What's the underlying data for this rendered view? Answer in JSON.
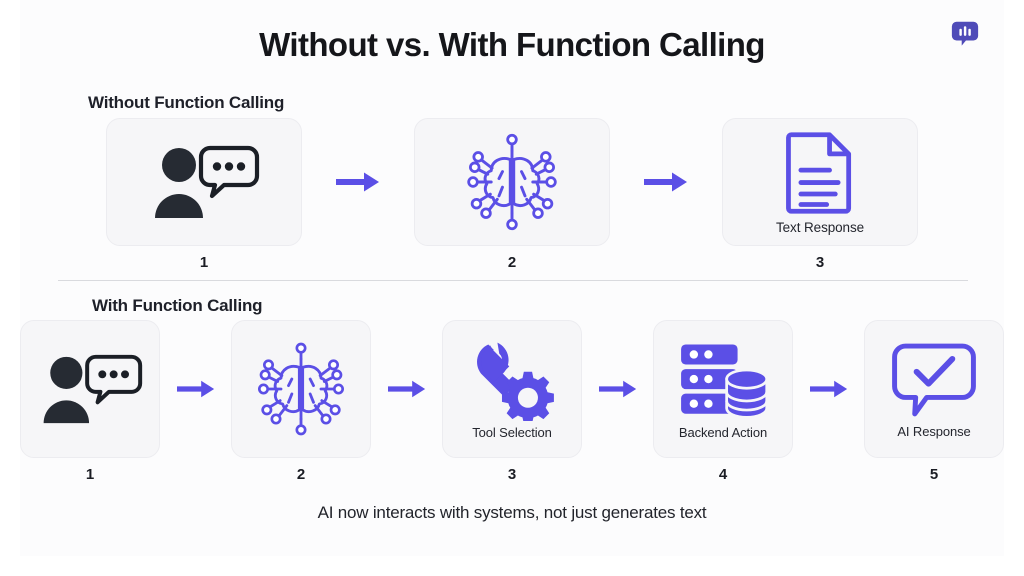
{
  "slide": {
    "title": "Without vs. With Function Calling",
    "caption": "AI now interacts with systems, not just generates text",
    "background_color": "#fcfcfd",
    "accent_color": "#5b4fe6",
    "card_bg_color": "#f6f6f8",
    "text_color": "#1b1d24",
    "dark_icon_color": "#262b33"
  },
  "logo": {
    "name": "chat-bars-logo",
    "color": "#4f4bb8"
  },
  "sections": [
    {
      "heading": "Without Function Calling",
      "steps": [
        {
          "number": "1",
          "label": "",
          "icon": "user-chat-icon"
        },
        {
          "number": "2",
          "label": "",
          "icon": "ai-brain-icon"
        },
        {
          "number": "3",
          "label": "Text Response",
          "icon": "document-icon"
        }
      ]
    },
    {
      "heading": "With Function Calling",
      "steps": [
        {
          "number": "1",
          "label": "",
          "icon": "user-chat-icon"
        },
        {
          "number": "2",
          "label": "",
          "icon": "ai-brain-icon"
        },
        {
          "number": "3",
          "label": "Tool Selection",
          "icon": "wrench-gear-icon"
        },
        {
          "number": "4",
          "label": "Backend Action",
          "icon": "server-database-icon"
        },
        {
          "number": "5",
          "label": "AI Response",
          "icon": "chat-check-icon"
        }
      ]
    }
  ],
  "arrows": {
    "row1_count": 2,
    "row2_count": 4,
    "color": "#5b4fe6",
    "name": "right-arrow-icon"
  }
}
